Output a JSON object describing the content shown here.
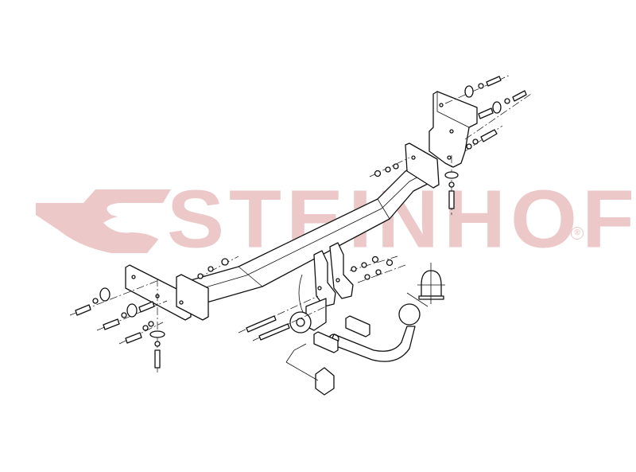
{
  "watermark": {
    "brand": "STEINHOF",
    "registered_mark": "®",
    "color": "#ecc8c8"
  },
  "diagram": {
    "type": "exploded-view technical drawing",
    "subject": "tow bar / towing hitch assembly",
    "components": [
      {
        "name": "crossbar",
        "description": "main transverse beam"
      },
      {
        "name": "right-mounting-bracket",
        "description": "bent bracket with holes, upper right"
      },
      {
        "name": "left-mounting-plates",
        "description": "two flat plates, left end"
      },
      {
        "name": "center-hanger-plates",
        "description": "two vertical plates in center"
      },
      {
        "name": "tow-ball-neck",
        "description": "curved tow arm with ball"
      },
      {
        "name": "tow-ball-cap",
        "description": "protective cap"
      },
      {
        "name": "socket-plate",
        "description": "electrical socket mounting plate"
      },
      {
        "name": "electrical-socket",
        "description": "7-pin socket with cable"
      },
      {
        "name": "clamp-blocks",
        "description": "two clamp blocks for tow arm"
      },
      {
        "name": "bolts-nuts-washers",
        "description": "fastener sets"
      }
    ],
    "line_color": "#111111",
    "background": "#ffffff"
  }
}
